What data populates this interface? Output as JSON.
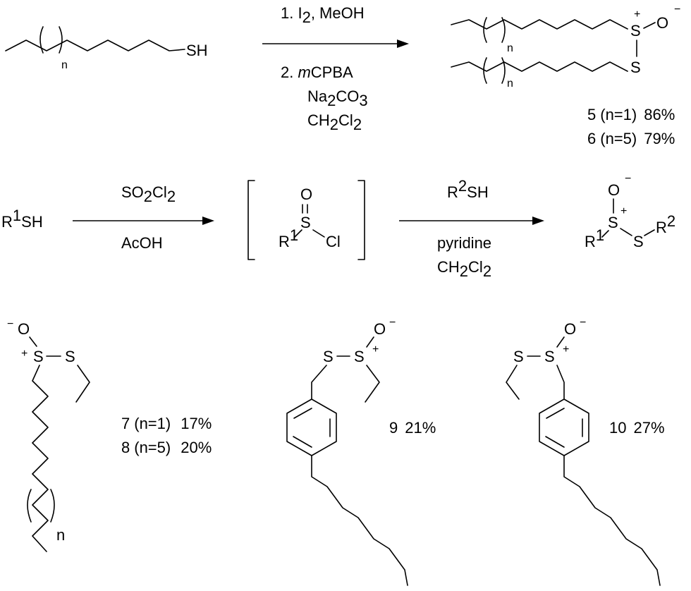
{
  "reaction1": {
    "thiol": {
      "sh": "SH",
      "n": "n"
    },
    "reagents": {
      "step1_prefix": "1. I",
      "step1_sub": "2",
      "step1_rest": ", MeOH",
      "step2_prefix": "2. ",
      "step2_italic": "m",
      "step2_rest": "CPBA",
      "base_a": "Na",
      "base_sub1": "2",
      "base_b": "CO",
      "base_sub2": "3",
      "solvent_a": "CH",
      "solvent_sub1": "2",
      "solvent_b": "Cl",
      "solvent_sub2": "2"
    },
    "product": {
      "s_top": "S",
      "o": "O",
      "minus": "−",
      "plus": "+",
      "s_bottom": "S",
      "n_top": "n",
      "n_bottom": "n",
      "entries": [
        {
          "id": "5",
          "cond": "(n=1)",
          "yield": "86%"
        },
        {
          "id": "6",
          "cond": "(n=5)",
          "yield": "79%"
        }
      ]
    }
  },
  "reaction2": {
    "start": {
      "r": "R",
      "sup": "1",
      "sh": "SH"
    },
    "reagents1": {
      "top_a": "SO",
      "top_sub1": "2",
      "top_b": "Cl",
      "top_sub2": "2",
      "bottom": "AcOH"
    },
    "intermediate": {
      "o": "O",
      "s": "S",
      "r": "R",
      "sup": "1",
      "cl": "Cl"
    },
    "reagents2": {
      "top_r": "R",
      "top_sup": "2",
      "top_sh": "SH",
      "mid": "pyridine",
      "bot_a": "CH",
      "bot_sub1": "2",
      "bot_b": "Cl",
      "bot_sub2": "2"
    },
    "product": {
      "o": "O",
      "minus": "−",
      "plus": "+",
      "s1": "S",
      "s2": "S",
      "r1": "R",
      "sup1": "1",
      "r2": "R",
      "sup2": "2"
    }
  },
  "compounds_7_8": {
    "o": "O",
    "minus": "−",
    "plus": "+",
    "s1": "S",
    "s2": "S",
    "n": "n",
    "entries": [
      {
        "id": "7",
        "cond": "(n=1)",
        "yield": "17%"
      },
      {
        "id": "8",
        "cond": "(n=5)",
        "yield": "20%"
      }
    ]
  },
  "compound_9": {
    "s1": "S",
    "s2": "S",
    "o": "O",
    "minus": "−",
    "plus": "+",
    "id": "9",
    "yield": "21%"
  },
  "compound_10": {
    "s1": "S",
    "s2": "S",
    "o": "O",
    "minus": "−",
    "plus": "+",
    "id": "10",
    "yield": "27%"
  }
}
